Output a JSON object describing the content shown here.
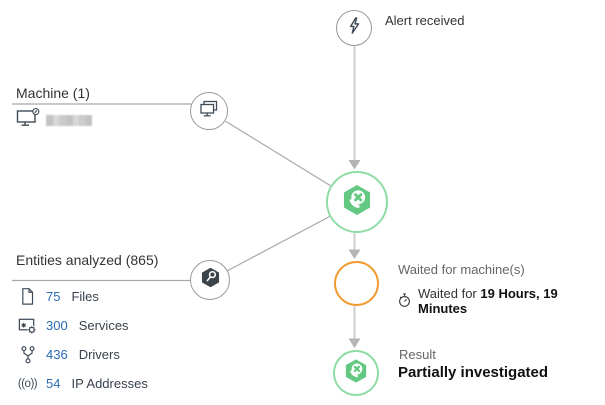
{
  "diagram": {
    "alert": {
      "label": "Alert received"
    },
    "machine": {
      "title": "Machine (1)"
    },
    "entities": {
      "title": "Entities analyzed (865)",
      "items": [
        {
          "count": "75",
          "label": "Files"
        },
        {
          "count": "300",
          "label": "Services"
        },
        {
          "count": "436",
          "label": "Drivers"
        },
        {
          "count": "54",
          "label": "IP Addresses"
        }
      ],
      "ip_glyph": "((o))"
    },
    "waited": {
      "label": "Waited for machine(s)",
      "detail_prefix": "Waited for",
      "detail_value": "19 Hours, 19 Minutes"
    },
    "result": {
      "label": "Result",
      "value": "Partially investigated"
    }
  },
  "icons": {
    "alert": "lightning-bolt-icon",
    "machine_node": "dual-monitor-icon",
    "machine_item": "monitor-status-icon",
    "entities_node": "hexagon-magnifier-icon",
    "investigation_node": "autoir-robot-icon",
    "result_node": "autoir-robot-icon",
    "files": "file-icon",
    "services": "window-gear-icon",
    "drivers": "branch-icon",
    "ip_addresses": "signal-icon",
    "waited": "stopwatch-icon"
  },
  "colors": {
    "green_border": "#8fdca6",
    "green_icon": "#63c882",
    "orange_border": "#ef9b32",
    "link_blue": "#2b6cb5",
    "line_gray": "#a8a8a8",
    "arrow_gray": "#c9c9c9",
    "icon_slate": "#3f4b57"
  }
}
